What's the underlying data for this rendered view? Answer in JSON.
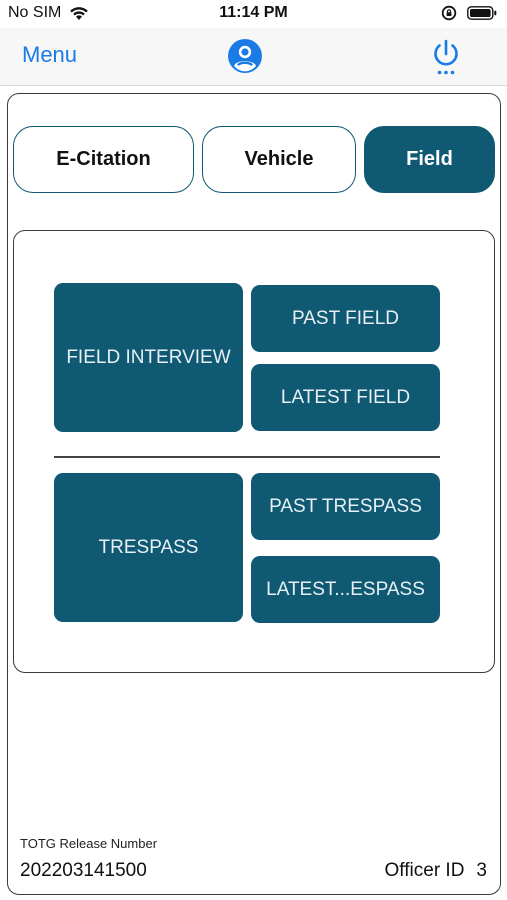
{
  "status": {
    "carrier": "No SIM",
    "time": "11:14 PM"
  },
  "nav": {
    "menu_label": "Menu"
  },
  "tabs": [
    {
      "label": "E-Citation",
      "active": false
    },
    {
      "label": "Vehicle",
      "active": false
    },
    {
      "label": "Field",
      "active": true
    }
  ],
  "field_section": {
    "main_label": "FIELD INTERVIEW",
    "past_label": "PAST FIELD",
    "latest_label": "LATEST FIELD"
  },
  "trespass_section": {
    "main_label": "TRESPASS",
    "past_label": "PAST TRESPASS",
    "latest_label": "LATEST...ESPASS"
  },
  "footer": {
    "release_label": "TOTG Release Number",
    "release_number": "202203141500",
    "officer_label": "Officer ID",
    "officer_id": "3"
  },
  "colors": {
    "accent": "#0f5973",
    "link": "#1a7ae6"
  }
}
